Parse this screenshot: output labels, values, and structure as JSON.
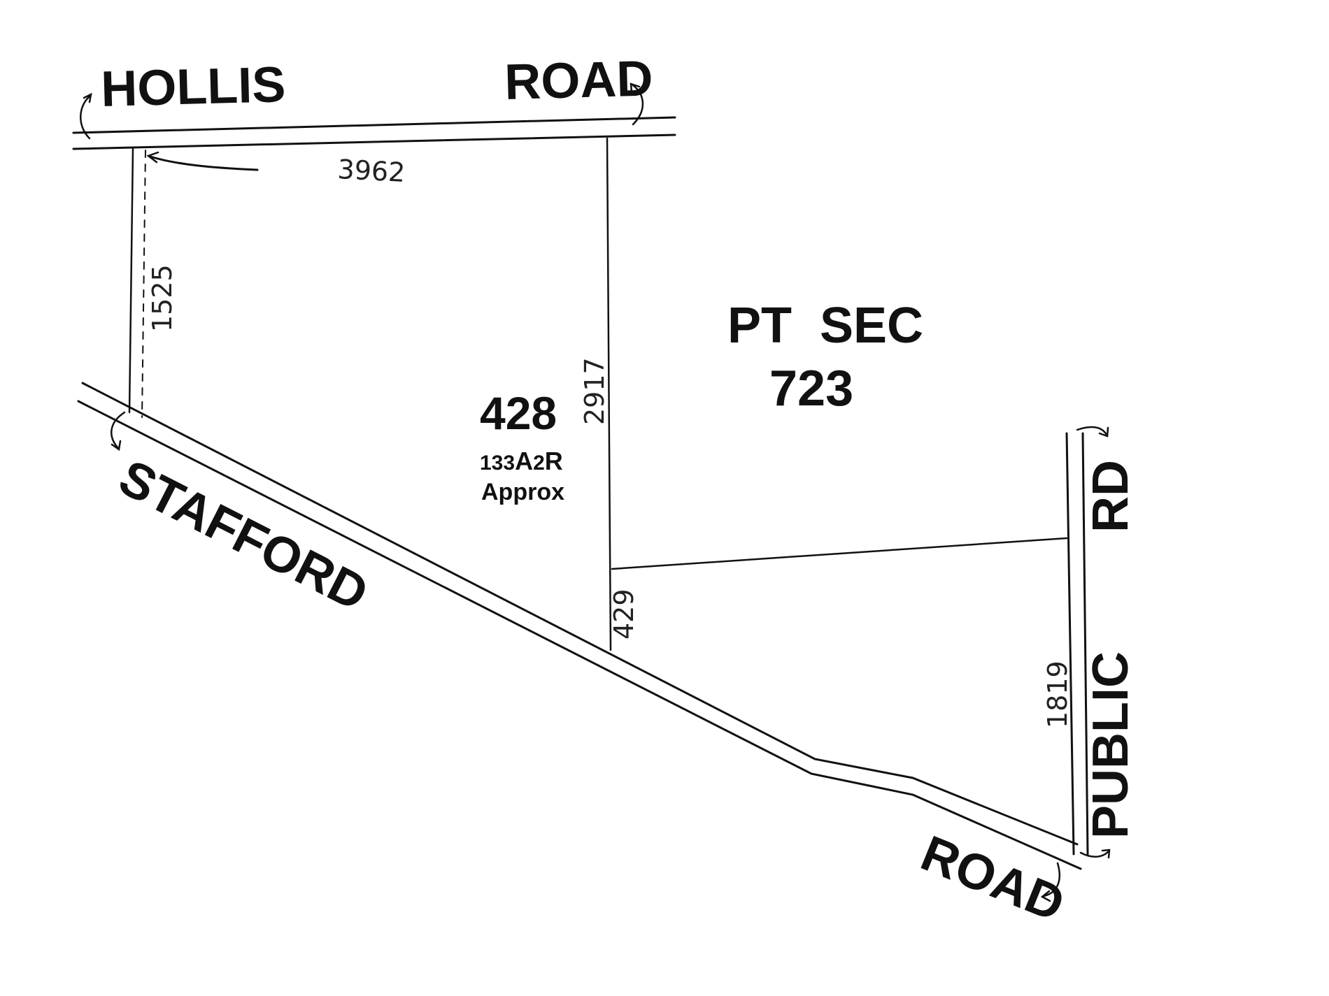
{
  "roads": {
    "hollis_left": "HOLLIS",
    "hollis_right": "ROAD",
    "stafford_upper": "STAFFORD",
    "stafford_lower": "ROAD",
    "public_upper": "RD",
    "public_lower": "PUBLIC"
  },
  "lot": {
    "number": "428",
    "area_a": "133",
    "area_a_unit": "A",
    "area_r": "2",
    "area_r_unit": "R",
    "approx": "Approx"
  },
  "section": {
    "line1": "PT  SEC",
    "line2": "723"
  },
  "dimensions": {
    "top": "3962",
    "left": "1525",
    "middle": "2917",
    "short": "429",
    "right": "1819"
  }
}
